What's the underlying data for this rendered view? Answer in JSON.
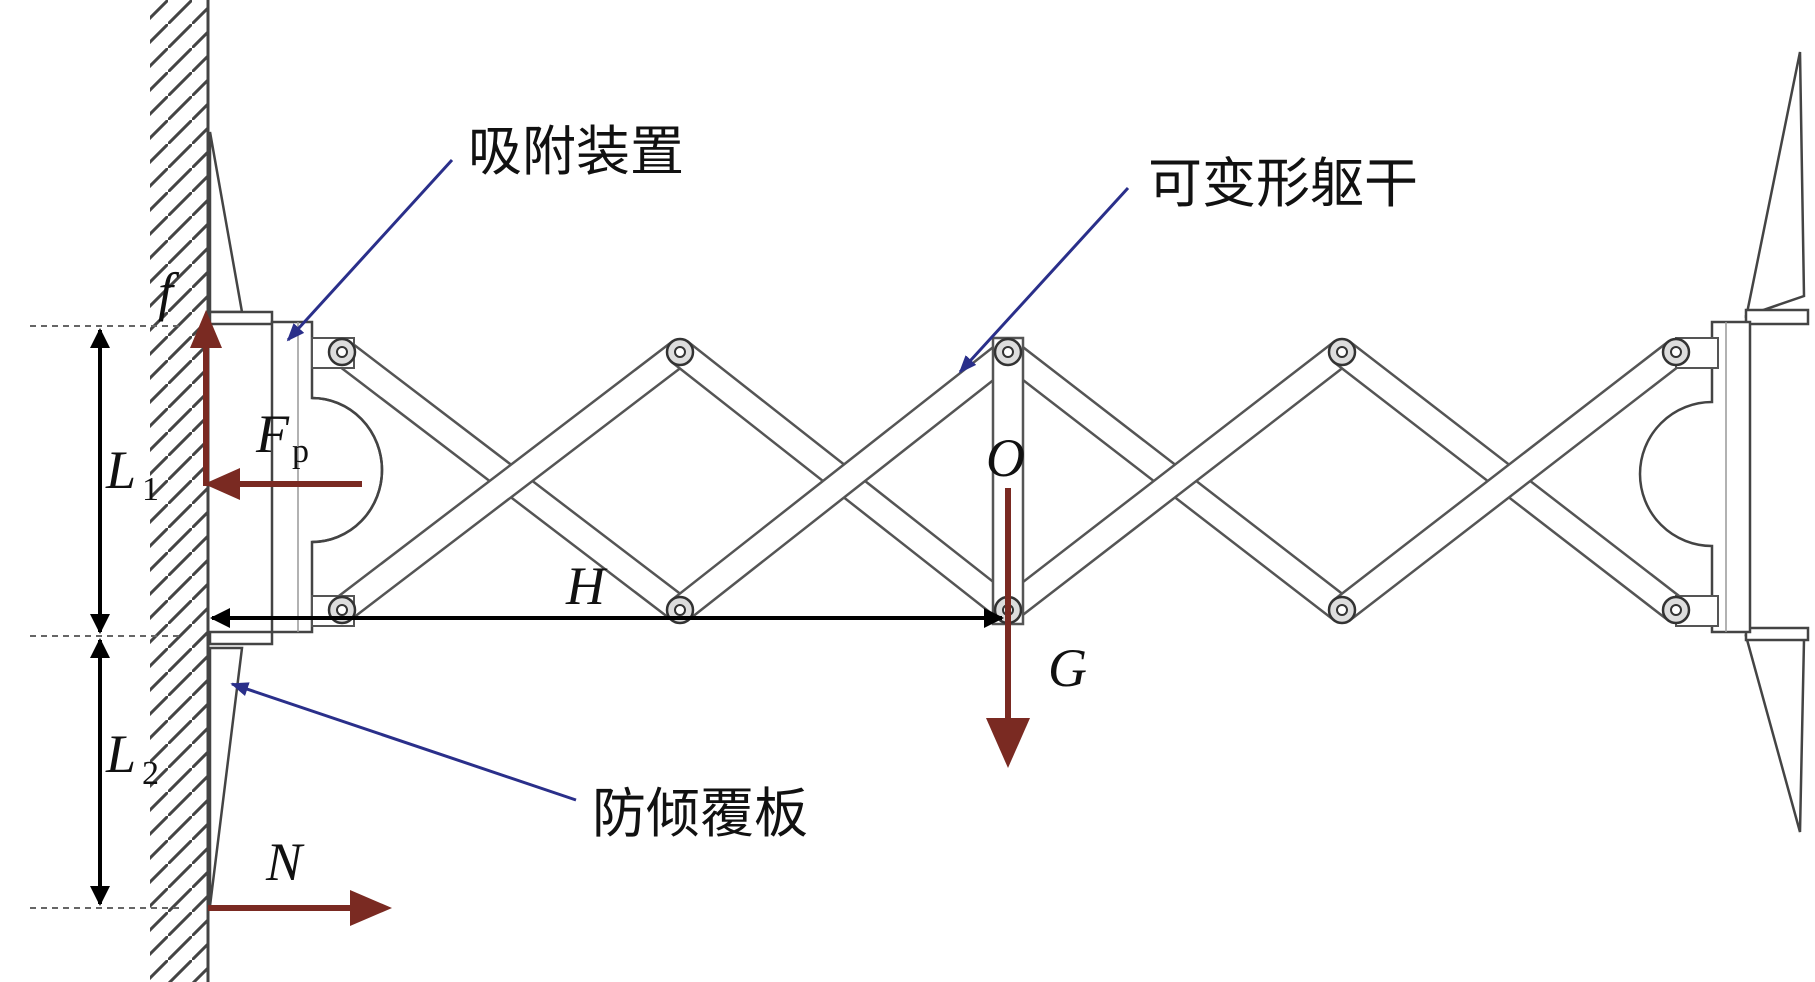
{
  "labels": {
    "adsorption_device": "吸附装置",
    "deformable_trunk": "可变形躯干",
    "anti_tilt_plate": "防倾覆板"
  },
  "symbols": {
    "friction": "f",
    "pressure_force": "F",
    "pressure_sub": "p",
    "length1": "L",
    "length1_sub": "1",
    "length2": "L",
    "length2_sub": "2",
    "distance": "H",
    "centroid": "O",
    "gravity": "G",
    "normal_force": "N"
  },
  "colors": {
    "force_arrow": "#7a2a22",
    "leader_line": "#2a2f8a",
    "structure": "#444444",
    "link_fill": "#ffffff"
  }
}
